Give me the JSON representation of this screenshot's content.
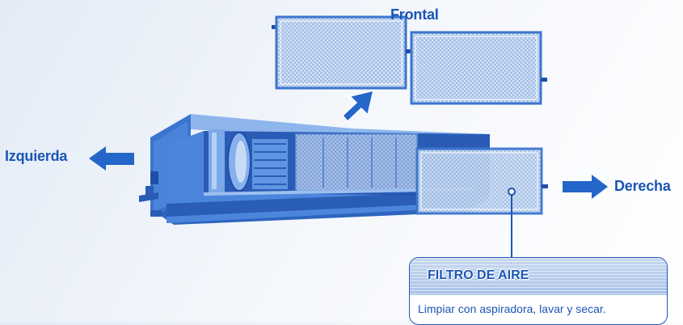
{
  "labels": {
    "top": "Frontal",
    "left": "Izquierda",
    "right": "Derecha"
  },
  "callout": {
    "title": "FILTRO DE AIRE",
    "text": "Limpiar con aspiradora, lavar y secar."
  },
  "colors": {
    "text": "#1a55b4",
    "body": "#3f7fd6",
    "body_dark": "#1f4fa8",
    "body_light": "#8fb6ec",
    "arrow": "#2466c9",
    "filter_frame": "#7aa4de",
    "mesh": "#c6d8f2",
    "callout_border": "#1f57b5"
  },
  "icons": {
    "left": "arrow-left-icon",
    "right": "arrow-right-icon",
    "up": "arrow-up-icon"
  }
}
